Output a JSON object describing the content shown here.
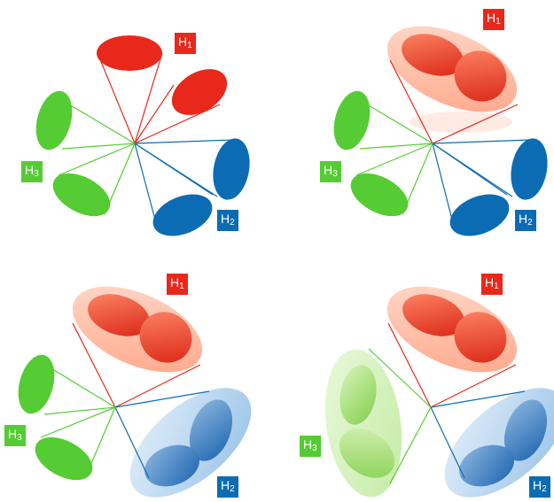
{
  "colors": {
    "red": "#e8281a",
    "green": "#55cc33",
    "blue": "#0b6cb4"
  },
  "labels": {
    "h1": "H",
    "h2": "H",
    "h3": "H",
    "sub1": "1",
    "sub2": "2",
    "sub3": "3"
  },
  "panels": [
    {
      "id": "top-left",
      "merged": []
    },
    {
      "id": "top-right",
      "merged": [
        "H1"
      ]
    },
    {
      "id": "bottom-left",
      "merged": [
        "H1",
        "H2"
      ]
    },
    {
      "id": "bottom-right",
      "merged": [
        "H1",
        "H2",
        "H3"
      ]
    }
  ]
}
